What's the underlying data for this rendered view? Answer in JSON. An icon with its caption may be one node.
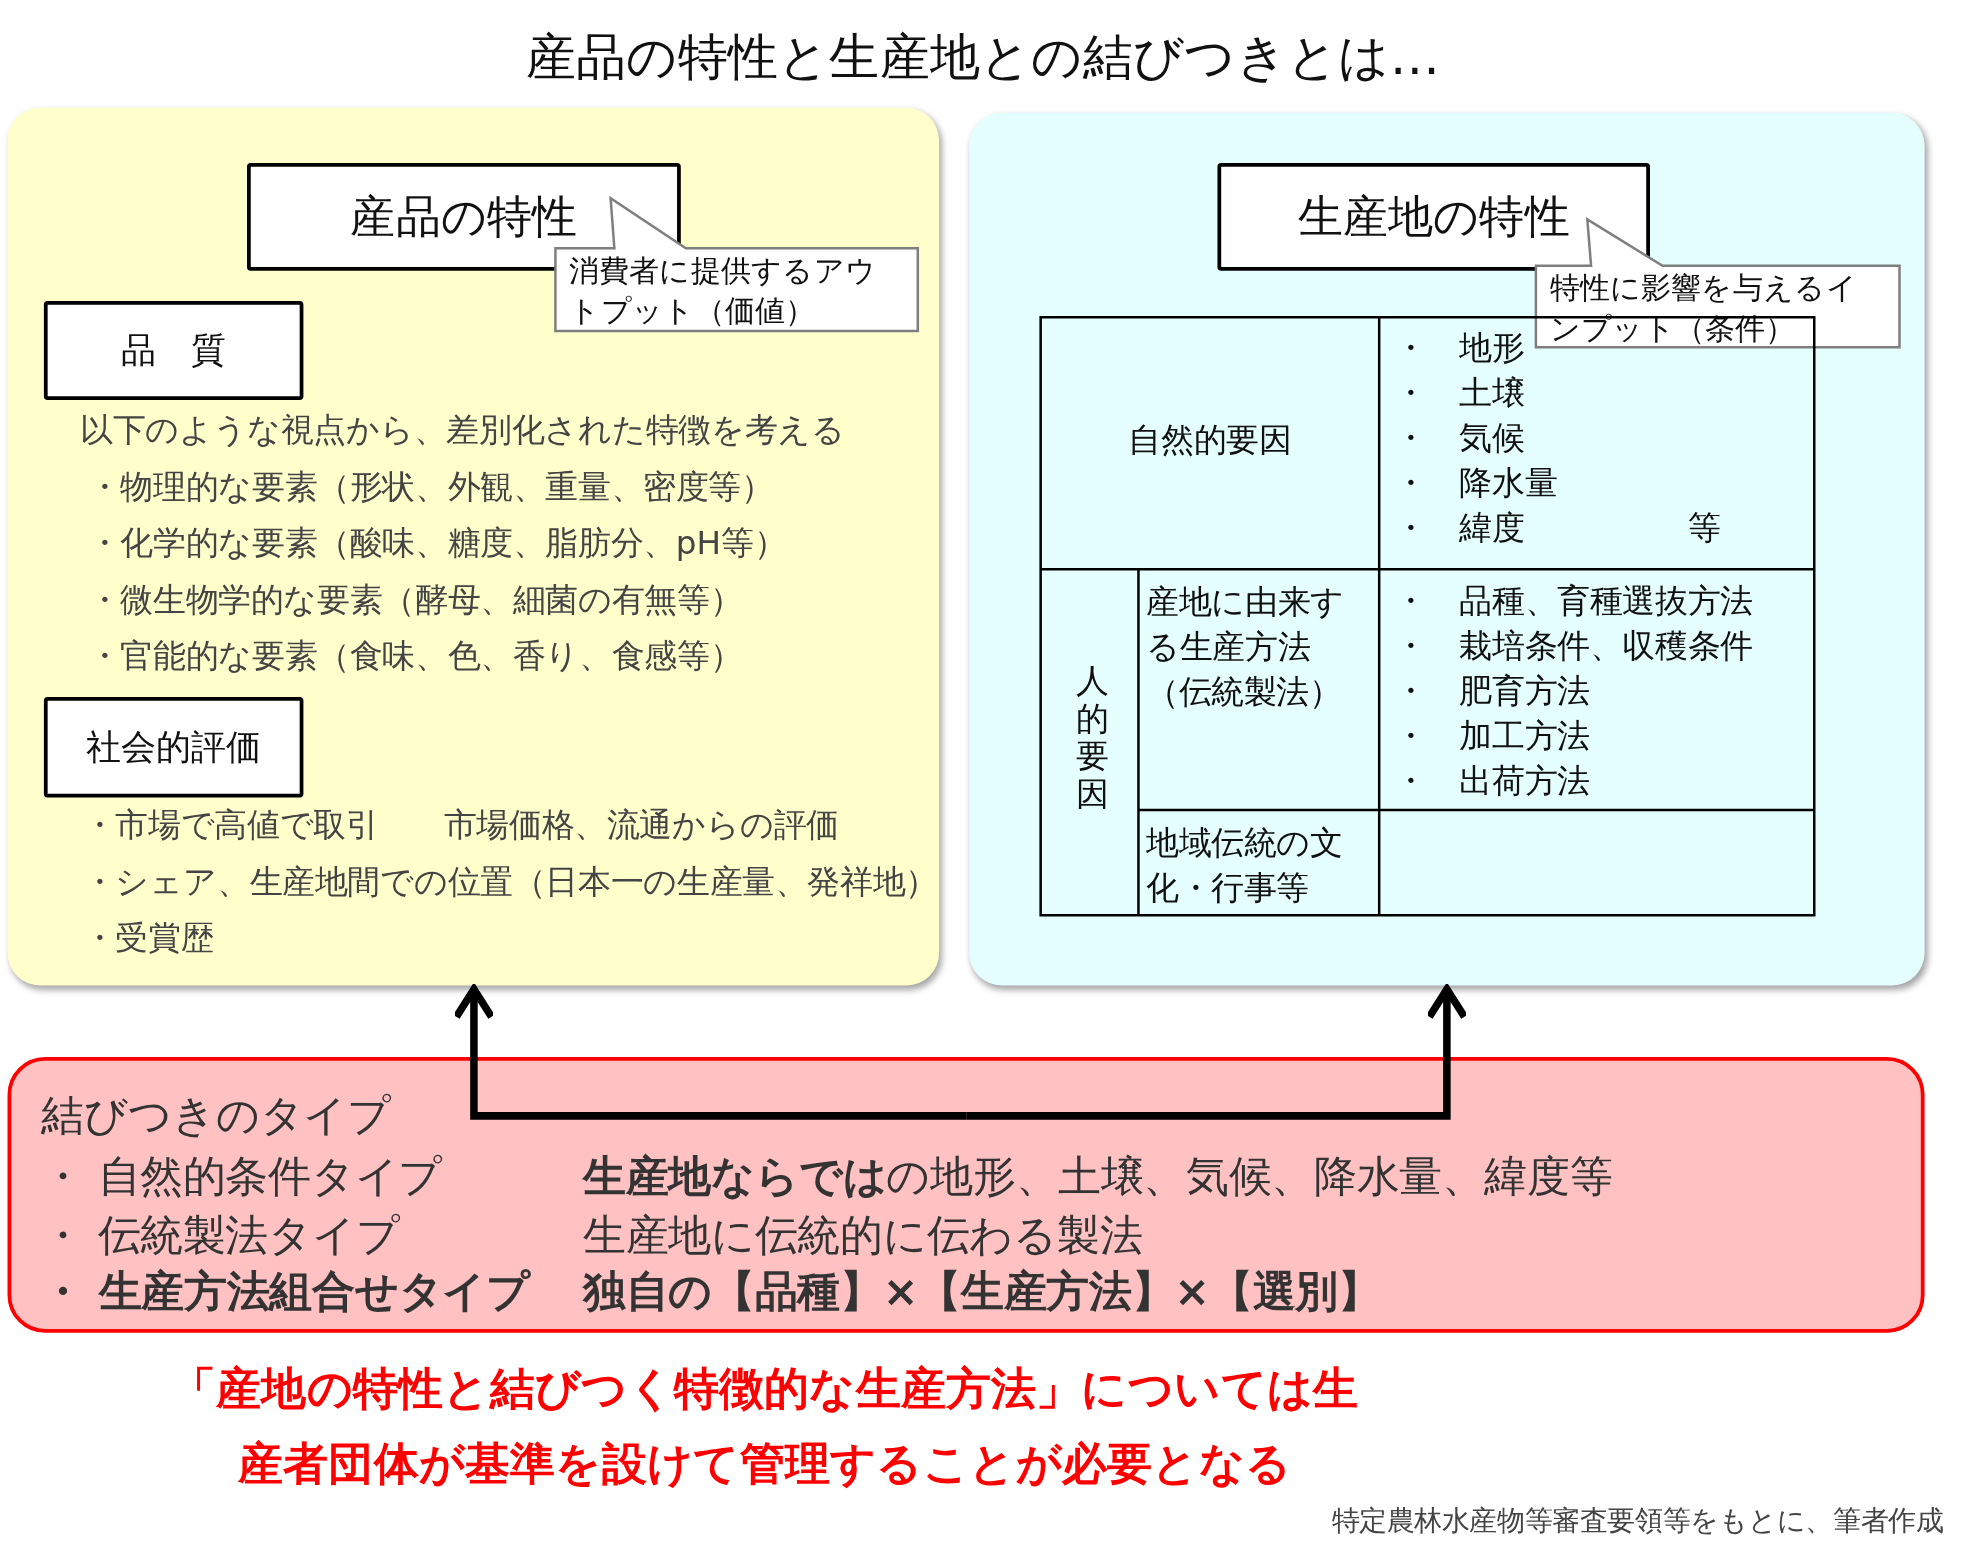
{
  "diagram": {
    "title": "産品の特性と生産地との結びつきとは…",
    "nodes": [
      {
        "text": [
          "以下のような視点から、差別化された特徴を考える",
          "・物理的な要素（形状、外観、重量、密度等）",
          "・化学的な要素（酸味、糖度、脂肪分、pH等）",
          "・微生物学的な要素（酵母、細菌の有無等）",
          "・官能的な要素（食味、色、香り、食感等）",
          "・市場で高値で取引　　市場価格、流通からの評価",
          "・シェア、生産地間での位置（日本一の生産量、発祥地）",
          "・受賞歴"
        ]
      },
      {
        "text": [
          "産品の特性"
        ],
        "in": 0
      },
      {
        "text": [
          "消費者に提供するアウトプット（価値）"
        ],
        "in": 0
      },
      {
        "text": [
          "品　質"
        ],
        "in": 0
      },
      {
        "text": [
          "社会的評価"
        ],
        "in": 0
      },
      {
        "text": [],
        "shape": "box"
      },
      {
        "text": [
          "生産地の特性"
        ],
        "in": 5
      },
      {
        "text": [
          "特性に影響を与えるインプット（条件）"
        ],
        "in": 5
      },
      {
        "text": [
          "結びつきのタイプ",
          "・ 自然的条件タイプ",
          "**生産地ならでは**の地形、土壌、気候、降水量、緯度等",
          "・ 伝統製法タイプ",
          "生産地に伝統的に伝わる製法",
          "・ 生産方法組合せタイプ",
          "独自の【品種】×【生産方法】×【選別】"
        ]
      }
    ],
    "edges": [
      {
        "from": 8,
        "to": 0,
        "arrow": "to"
      },
      {
        "from": 8,
        "to": 5,
        "arrow": "to"
      }
    ],
    "labels": [
      "自然的要因",
      "・　地形",
      "・　土壌",
      "・　気候",
      "・　降水量",
      "・　緯度",
      "等",
      "人的要因",
      "産地に由来する生産方法（伝統製法）",
      "・　品種、育種選抜方法",
      "・　栽培条件、収穫条件",
      "・　肥育方法",
      "・　加工方法",
      "・　出荷方法",
      "地域伝統の文化・行事等",
      "「産地の特性と結びつく特徴的な生産方法」については生産者団体が基準を設けて管理することが必要となる",
      "特定農林水産物等審査要領等をもとに、筆者作成"
    ]
  }
}
